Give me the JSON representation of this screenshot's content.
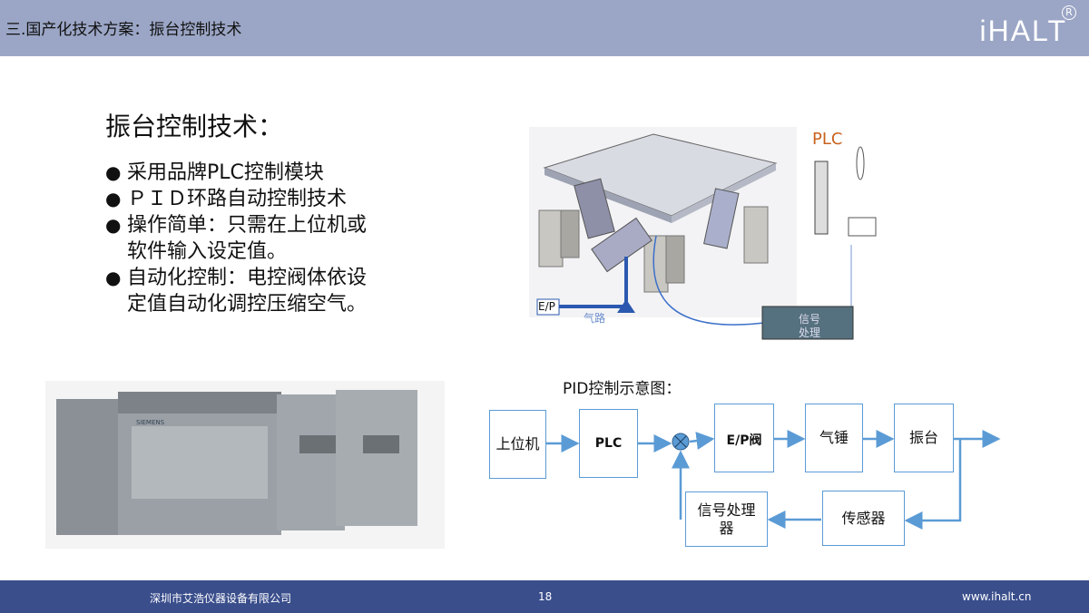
{
  "header": {
    "title": "三.国产化技术方案：振台控制技术",
    "logo": "iHALT",
    "registered": "R"
  },
  "main": {
    "heading": "振台控制技术：",
    "bullets": [
      "采用品牌PLC控制模块",
      "ＰＩＤ环路自动控制技术",
      "操作简单：只需在上位机或软件输入设定值。",
      "自动化控制：电控阀体依设定值自动化调控压缩空气。"
    ]
  },
  "figure": {
    "plc_label": "PLC",
    "ep_label": "E/P",
    "air_label": "气路",
    "signal_label": "信号处理",
    "plc_module_brand": "SIEMENS"
  },
  "pid": {
    "title": "PID控制示意图：",
    "blocks": {
      "host": "上位机",
      "plc": "PLC",
      "ep_valve": "E/P阀",
      "air_hammer": "气锤",
      "table": "振台",
      "sensor": "传感器",
      "signal": "信号处理器"
    }
  },
  "footer": {
    "company": "深圳市艾浩仪器设备有限公司",
    "page": "18",
    "url": "www.ihalt.cn"
  },
  "colors": {
    "header": "#9ba6c6",
    "footer": "#3a4e8c",
    "arrow": "#5b9bd5"
  }
}
